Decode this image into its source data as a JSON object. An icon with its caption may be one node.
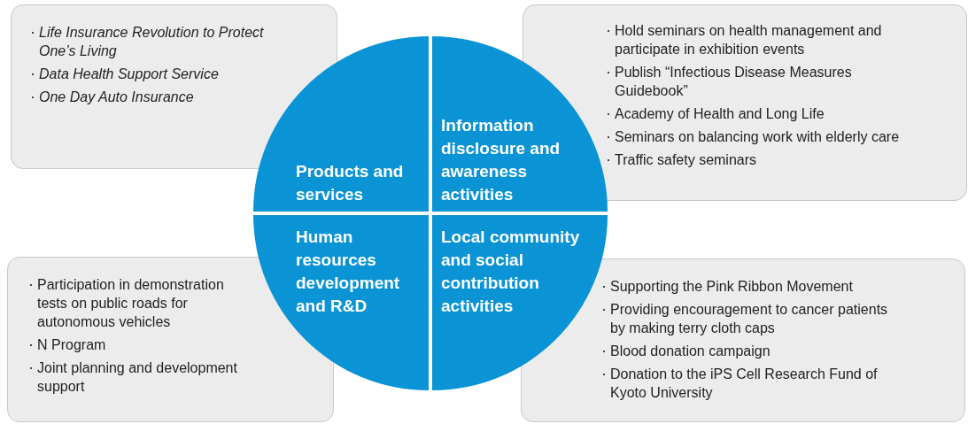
{
  "diagram": {
    "nodes": [
      {
        "text": [
          "Life Insurance Revolution to Protect One’s Living",
          "Data Health Support Service",
          "One Day Auto Insurance"
        ]
      },
      {
        "text": [
          "Hold seminars on health management and participate in exhibition events",
          "Publish “Infectious Disease Measures Guidebook”",
          "Academy of Health and Long Life",
          "Seminars on balancing work with elderly care",
          "Traffic safety seminars"
        ]
      },
      {
        "text": [
          "Products and services"
        ]
      },
      {
        "text": [
          "Information disclosure and awareness activities"
        ]
      },
      {
        "text": [
          "Human resources development and R&D"
        ]
      },
      {
        "text": [
          "Local community and social contribution activities"
        ]
      },
      {
        "text": [
          "Participation in demonstration tests on public roads for autonomous vehicles",
          "N Program",
          "Joint planning and development support"
        ]
      },
      {
        "text": [
          "Supporting the Pink Ribbon Movement",
          "Providing encouragement to cancer patients by making terry cloth caps",
          "Blood donation campaign",
          "Donation to the iPS Cell Research Fund of Kyoto University"
        ]
      }
    ],
    "edges": []
  }
}
